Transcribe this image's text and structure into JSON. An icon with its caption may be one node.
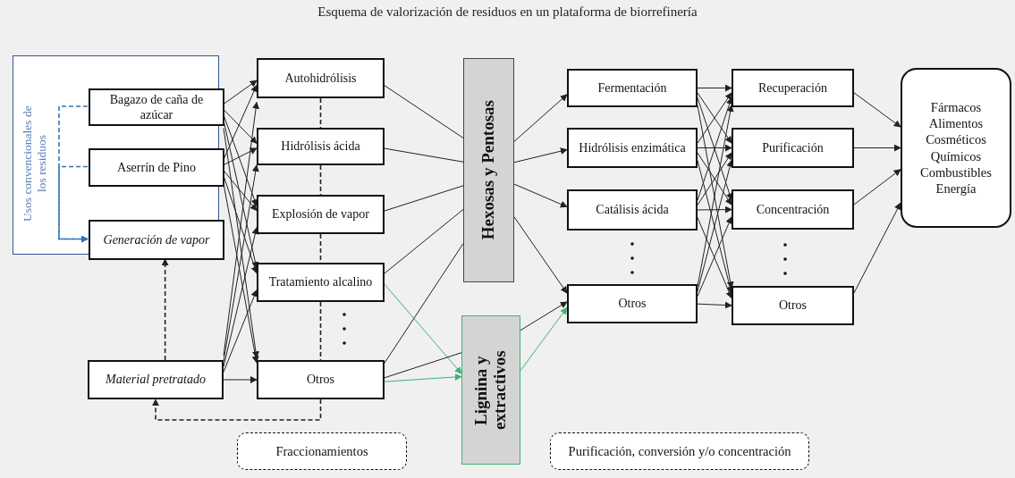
{
  "diagram": {
    "title": "Esquema de valorización de residuos en un plataforma de biorrefinería",
    "nodes": [
      {
        "text": [
          "Usos convencionales de los residuos"
        ]
      },
      {
        "text": [
          "Bagazo de caña de azúcar"
        ],
        "in": 0
      },
      {
        "text": [
          "Aserrín de Pino"
        ],
        "in": 0
      },
      {
        "text": [
          "Generación de vapor"
        ],
        "in": 0
      },
      {
        "text": [
          "Material pretratado"
        ]
      },
      {
        "text": [
          "Autohidrólisis"
        ]
      },
      {
        "text": [
          "Hidrólisis ácida"
        ]
      },
      {
        "text": [
          "Explosión de vapor"
        ]
      },
      {
        "text": [
          "Tratamiento alcalino"
        ]
      },
      {
        "text": [
          "Otros"
        ]
      },
      {
        "text": [
          "Hexosas y Pentosas"
        ]
      },
      {
        "text": [
          "Lignina y extractivos"
        ]
      },
      {
        "text": [
          "Fermentación"
        ]
      },
      {
        "text": [
          "Hidrólisis enzimática"
        ]
      },
      {
        "text": [
          "Catálisis ácida"
        ]
      },
      {
        "text": [
          "Otros"
        ]
      },
      {
        "text": [
          "Recuperación"
        ]
      },
      {
        "text": [
          "Purificación"
        ]
      },
      {
        "text": [
          "Concentración"
        ]
      },
      {
        "text": [
          "Otros"
        ]
      },
      {
        "text": [
          "Fármacos",
          "Alimentos",
          "Cosméticos",
          "Químicos",
          "Combustibles",
          "Energía"
        ]
      },
      {
        "text": [
          "Fraccionamientos"
        ]
      },
      {
        "text": [
          "Purificación, conversión y/o concentración"
        ]
      }
    ],
    "edges": [
      {
        "from": 1,
        "to": 5,
        "arrow": "to"
      },
      {
        "from": 1,
        "to": 6,
        "arrow": "to"
      },
      {
        "from": 1,
        "to": 7,
        "arrow": "to"
      },
      {
        "from": 1,
        "to": 8,
        "arrow": "to"
      },
      {
        "from": 1,
        "to": 9,
        "arrow": "to"
      },
      {
        "from": 2,
        "to": 5,
        "arrow": "to"
      },
      {
        "from": 2,
        "to": 6,
        "arrow": "to"
      },
      {
        "from": 2,
        "to": 7,
        "arrow": "to"
      },
      {
        "from": 2,
        "to": 8,
        "arrow": "to"
      },
      {
        "from": 2,
        "to": 9,
        "arrow": "to"
      },
      {
        "from": 4,
        "to": 5,
        "arrow": "to"
      },
      {
        "from": 4,
        "to": 6,
        "arrow": "to"
      },
      {
        "from": 4,
        "to": 7,
        "arrow": "to"
      },
      {
        "from": 4,
        "to": 8,
        "arrow": "to"
      },
      {
        "from": 4,
        "to": 9,
        "arrow": "to"
      },
      {
        "from": 1,
        "to": 3,
        "arrow": "to",
        "style": "dashed",
        "color": "#2e75b6"
      },
      {
        "from": 2,
        "to": 3,
        "arrow": "to",
        "style": "dashed",
        "color": "#2e75b6"
      },
      {
        "from": 4,
        "to": 3,
        "arrow": "to",
        "style": "dashed"
      },
      {
        "from": 9,
        "to": 4,
        "arrow": "to",
        "style": "dashed"
      },
      {
        "from": 5,
        "to": 6,
        "arrow": "none",
        "style": "dashed"
      },
      {
        "from": 6,
        "to": 7,
        "arrow": "none",
        "style": "dashed"
      },
      {
        "from": 7,
        "to": 8,
        "arrow": "none",
        "style": "dashed"
      },
      {
        "from": 8,
        "to": 9,
        "arrow": "none",
        "style": "dashed"
      },
      {
        "from": 5,
        "to": 10,
        "arrow": "none"
      },
      {
        "from": 6,
        "to": 10,
        "arrow": "none"
      },
      {
        "from": 7,
        "to": 10,
        "arrow": "none"
      },
      {
        "from": 8,
        "to": 10,
        "arrow": "none"
      },
      {
        "from": 9,
        "to": 10,
        "arrow": "none"
      },
      {
        "from": 8,
        "to": 11,
        "arrow": "to",
        "color": "#3cb371"
      },
      {
        "from": 9,
        "to": 11,
        "arrow": "to",
        "color": "#3cb371"
      },
      {
        "from": 9,
        "to": 11,
        "arrow": "none"
      },
      {
        "from": 10,
        "to": 12,
        "arrow": "to"
      },
      {
        "from": 10,
        "to": 13,
        "arrow": "to"
      },
      {
        "from": 10,
        "to": 14,
        "arrow": "to"
      },
      {
        "from": 10,
        "to": 15,
        "arrow": "to"
      },
      {
        "from": 11,
        "to": 15,
        "arrow": "to"
      },
      {
        "from": 11,
        "to": 15,
        "arrow": "to",
        "color": "#3cb371"
      },
      {
        "from": 12,
        "to": 16,
        "arrow": "to"
      },
      {
        "from": 12,
        "to": 17,
        "arrow": "to"
      },
      {
        "from": 12,
        "to": 18,
        "arrow": "to"
      },
      {
        "from": 12,
        "to": 19,
        "arrow": "to"
      },
      {
        "from": 13,
        "to": 16,
        "arrow": "to"
      },
      {
        "from": 13,
        "to": 17,
        "arrow": "to"
      },
      {
        "from": 13,
        "to": 18,
        "arrow": "to"
      },
      {
        "from": 13,
        "to": 19,
        "arrow": "to"
      },
      {
        "from": 14,
        "to": 16,
        "arrow": "to"
      },
      {
        "from": 14,
        "to": 17,
        "arrow": "to"
      },
      {
        "from": 14,
        "to": 18,
        "arrow": "to"
      },
      {
        "from": 14,
        "to": 19,
        "arrow": "to"
      },
      {
        "from": 15,
        "to": 16,
        "arrow": "to"
      },
      {
        "from": 15,
        "to": 17,
        "arrow": "to"
      },
      {
        "from": 15,
        "to": 18,
        "arrow": "to"
      },
      {
        "from": 15,
        "to": 19,
        "arrow": "to"
      },
      {
        "from": 16,
        "to": 20,
        "arrow": "to"
      },
      {
        "from": 17,
        "to": 20,
        "arrow": "to"
      },
      {
        "from": 18,
        "to": 20,
        "arrow": "to"
      },
      {
        "from": 19,
        "to": 20,
        "arrow": "to"
      }
    ]
  }
}
